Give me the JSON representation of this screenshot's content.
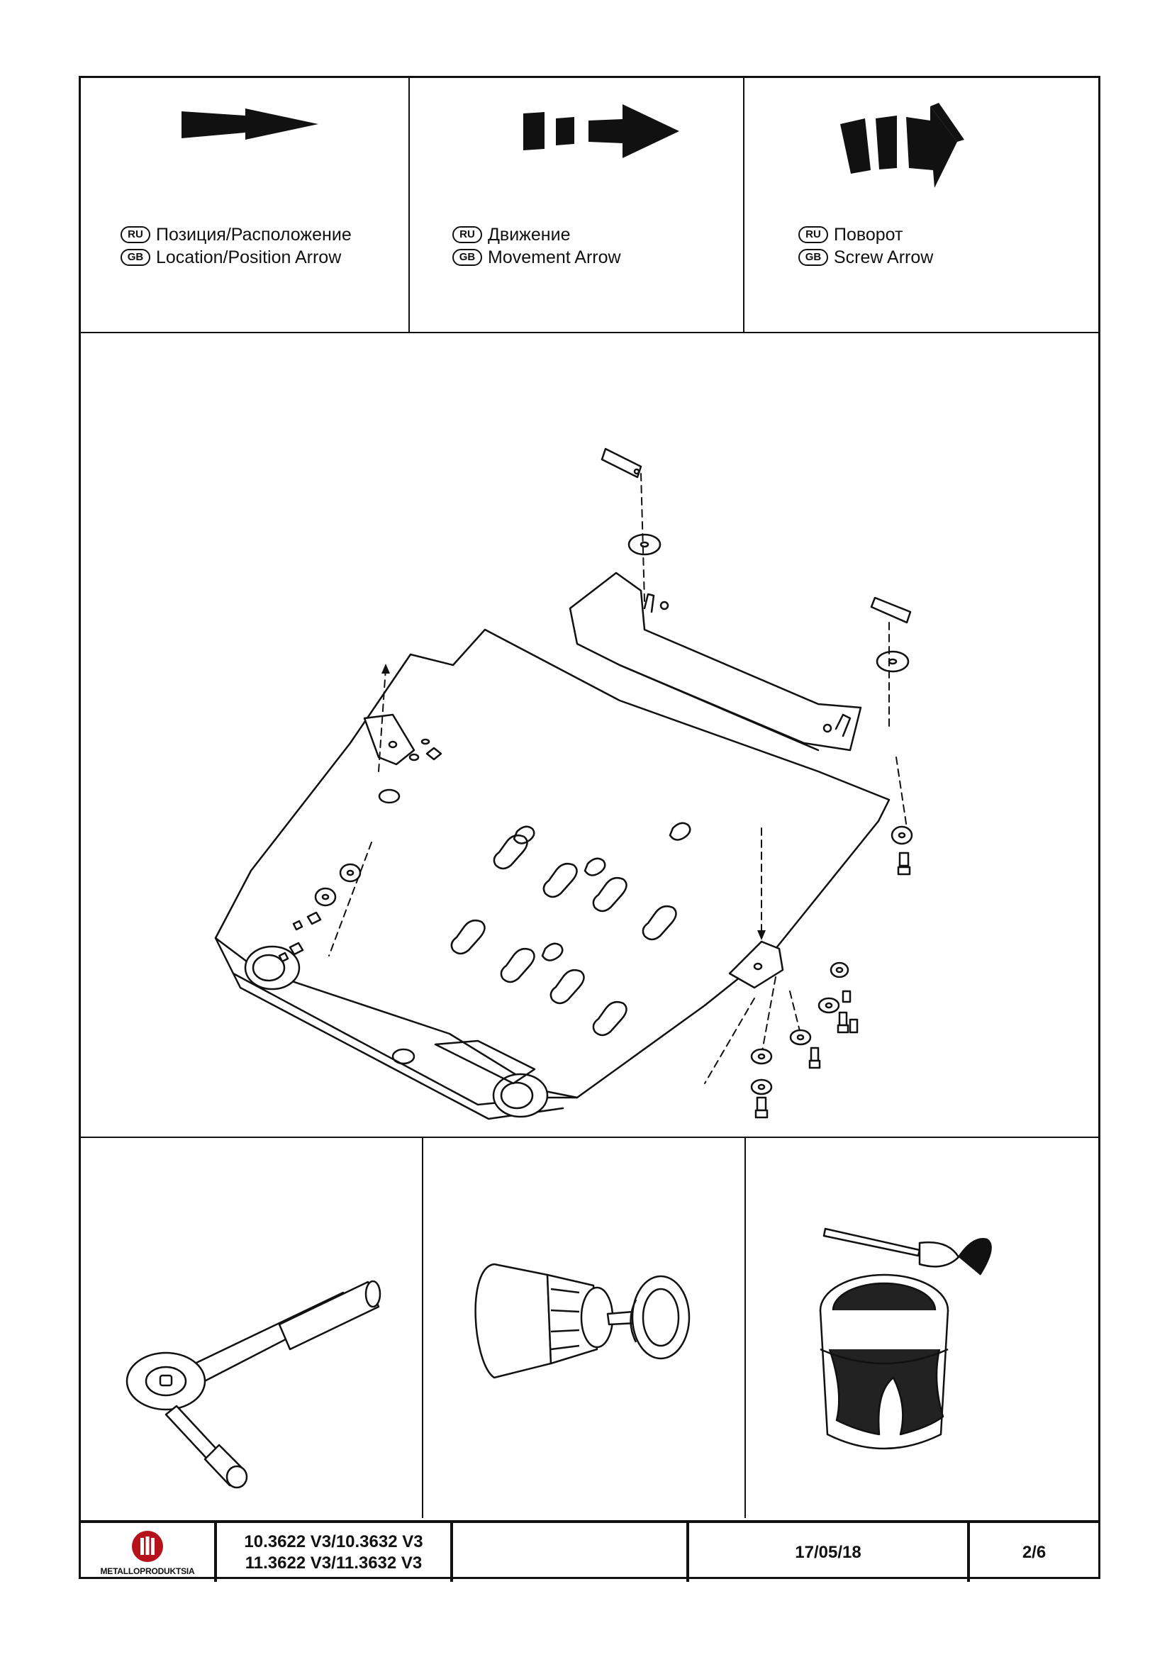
{
  "legends": [
    {
      "arrow_icon": "location-arrow-icon",
      "ru_badge": "RU",
      "gb_badge": "GB",
      "ru": "Позиция/Расположение",
      "gb": "Location/Position Arrow"
    },
    {
      "arrow_icon": "movement-arrow-icon",
      "ru_badge": "RU",
      "gb_badge": "GB",
      "ru": "Движение",
      "gb": "Movement Arrow"
    },
    {
      "arrow_icon": "screw-arrow-icon",
      "ru_badge": "RU",
      "gb_badge": "GB",
      "ru": "Поворот",
      "gb": "Screw Arrow"
    }
  ],
  "diagram": {
    "icon": "skid-plate-assembly-diagram"
  },
  "tools": [
    {
      "icon": "ratchet-wrench-icon"
    },
    {
      "icon": "drill-hole-saw-icon"
    },
    {
      "icon": "paint-brush-can-icon"
    }
  ],
  "footer": {
    "logo_text": "METALLOPRODUKTSIA",
    "code_line1": "10.3622 V3/10.3632 V3",
    "code_line2": "11.3622 V3/11.3632 V3",
    "blank": "",
    "date": "17/05/18",
    "page": "2/6"
  }
}
